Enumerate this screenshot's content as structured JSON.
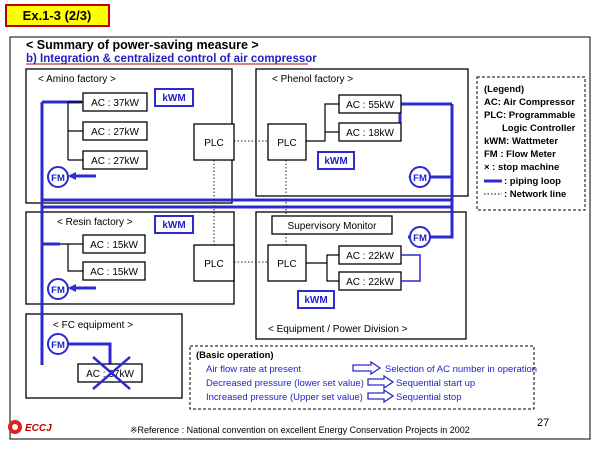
{
  "slide": {
    "id_badge": "Ex.1-3 (2/3)",
    "heading": "< Summary of power-saving measure >",
    "subheading": "b) Integration & centralized control of air compressor",
    "page_number": "27",
    "footnote": "※Reference : National convention on excellent Energy Conservation Projects in 2002",
    "logo_text": "ECCJ",
    "colors": {
      "badge_bg": "#ffff00",
      "badge_border": "#c00000",
      "heading_underline": "#c00000",
      "pipe": "#2b2bd0",
      "text_blue": "#1f1fc8"
    }
  },
  "factories": {
    "amino": {
      "title": "< Amino factory >",
      "compressors": [
        "AC : 37kW",
        "AC : 27kW",
        "AC : 27kW"
      ],
      "wattmeter": "kWM",
      "plc": "PLC",
      "flow_meter": "FM"
    },
    "phenol": {
      "title": "< Phenol factory >",
      "compressors": [
        "AC : 55kW",
        "AC : 18kW"
      ],
      "wattmeter": "kWM",
      "plc": "PLC",
      "flow_meter": "FM"
    },
    "resin": {
      "title": "< Resin factory >",
      "compressors": [
        "AC : 15kW",
        "AC : 15kW"
      ],
      "wattmeter": "kWM",
      "plc": "PLC",
      "flow_meter": "FM"
    },
    "equipment": {
      "title": "< Equipment / Power Division >",
      "monitor": "Supervisory Monitor",
      "compressors": [
        "AC : 22kW",
        "AC : 22kW"
      ],
      "wattmeter": "kWM",
      "plc": "PLC",
      "flow_meter": "FM"
    },
    "fc": {
      "title": "< FC equipment >",
      "compressors": [
        "AC : 37kW"
      ],
      "flow_meter": "FM",
      "stopped_icon": "x-stop-icon"
    }
  },
  "legend": {
    "title": "(Legend)",
    "lines": [
      "AC: Air Compressor",
      "PLC: Programmable",
      "Logic Controller",
      "kWM: Wattmeter",
      "FM : Flow Meter",
      "×  : stop machine",
      ": piping loop",
      ": Network line"
    ]
  },
  "basic_operation": {
    "title": "(Basic operation)",
    "rows": [
      {
        "condition": "Air flow rate at present",
        "action": "Selection of AC number in operation"
      },
      {
        "condition": "Decreased pressure (lower set value)",
        "action": "Sequential start up"
      },
      {
        "condition": "Increased pressure  (Upper set value)",
        "action": "Sequential stop"
      }
    ],
    "arrow_icon": "right-arrow-icon"
  }
}
